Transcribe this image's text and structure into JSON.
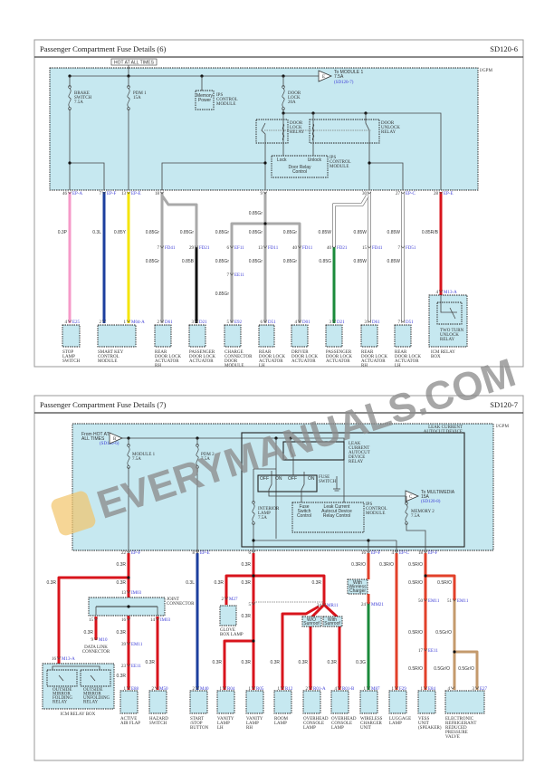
{
  "watermark": "EVERYMANUALS.COM",
  "colors": {
    "panel_fill": "#c6e8f0",
    "pink": "#f59ac8",
    "blue": "#1c3f9e",
    "yellow": "#f5e50a",
    "gray": "#a9a9a9",
    "black": "#111111",
    "green": "#1a8a3a",
    "white": "#ffffff",
    "red": "#d8141c",
    "red_orange": "#e2402a",
    "brown": "#c49a6c",
    "connector_text": "#3b3bd6"
  },
  "p1": {
    "title": "Passenger Compartment Fuse Details (6)",
    "code": "SD120-6",
    "hot": "HOT AT ALL TIMES",
    "igpm": "I/GPM",
    "fuses": [
      [
        "BRAKE",
        "SWITCH",
        "7.5A"
      ],
      [
        "PDM 1",
        "15A"
      ],
      [
        "DOOR",
        "LOCK",
        "20A"
      ]
    ],
    "to_module": {
      "letter": "E",
      "lines": [
        "To MODULE 1",
        "7.5A"
      ],
      "ref": "(SD120-7)"
    },
    "memory_power": [
      "Memory",
      "Power"
    ],
    "ips": [
      "IPS",
      "CONTROL",
      "MODULE"
    ],
    "relays": [
      [
        "DOOR",
        "LOCK",
        "RELAY"
      ],
      [
        "DOOR",
        "UNLOCK",
        "RELAY"
      ]
    ],
    "relay_ctrl": {
      "lock": "Lock",
      "unlock": "Unlock",
      "name": [
        "Door Relay",
        "Control"
      ]
    },
    "pins": [
      {
        "n": "46",
        "c": "EP-A"
      },
      {
        "n": "7",
        "c": "EP-F"
      },
      {
        "n": "13",
        "c": "EP-E"
      },
      {
        "n": "18",
        "c": ""
      },
      {
        "n": "9",
        "c": ""
      },
      {
        "n": "30",
        "c": ""
      },
      {
        "n": "27",
        "c": "EP-C"
      },
      {
        "n": "28",
        "c": "EP-E"
      },
      {
        "n": "7",
        "c": "FD41"
      },
      {
        "n": "29",
        "c": "FD21"
      },
      {
        "n": "6",
        "c": "EF11"
      },
      {
        "n": "13",
        "c": "FD11"
      },
      {
        "n": "40",
        "c": "FD11"
      },
      {
        "n": "40",
        "c": "FD21"
      },
      {
        "n": "15",
        "c": "FD41"
      },
      {
        "n": "7",
        "c": "FD51"
      },
      {
        "n": "7",
        "c": "EE11"
      },
      {
        "n": "4",
        "c": "M13-A"
      },
      {
        "n": "4",
        "c": "E25"
      },
      {
        "n": "2",
        "c": ""
      },
      {
        "n": "1",
        "c": "M04-A"
      },
      {
        "n": "2",
        "c": "D61"
      },
      {
        "n": "3",
        "c": "D21"
      },
      {
        "n": "5",
        "c": "E92"
      },
      {
        "n": "6",
        "c": "D51"
      },
      {
        "n": "4",
        "c": "D01"
      },
      {
        "n": "3",
        "c": "D21"
      },
      {
        "n": "3",
        "c": "D61"
      },
      {
        "n": "7",
        "c": "D51"
      }
    ],
    "wires": [
      "0.3P",
      "0.3L",
      "0.85Y",
      "0.85Gr",
      "0.85Gr",
      "0.85Gr",
      "0.85Gr",
      "0.85Gr",
      "0.85W",
      "0.85W",
      "0.85W",
      "0.85R/B",
      "0.85Gr",
      "0.85Gr",
      "0.85B",
      "0.85Gr",
      "0.85Gr",
      "0.85Gr",
      "0.85G",
      "0.85W",
      "0.85W",
      "0.85Gr"
    ],
    "relay_box_label": [
      "TWO TURN",
      "UNLOCK",
      "RELAY"
    ],
    "components": [
      [
        "STOP",
        "LAMP",
        "SWITCH"
      ],
      [
        "SMART KEY",
        "CONTROL",
        "MODULE"
      ],
      [
        "REAR",
        "DOOR LOCK",
        "ACTUATOR",
        "RH"
      ],
      [
        "PASSENGER",
        "DOOR LOCK",
        "ACTUATOR"
      ],
      [
        "CHARGE",
        "CONNECTOR",
        "DOOR",
        "MODULE"
      ],
      [
        "REAR",
        "DOOR LOCK",
        "ACTUATOR",
        "LH"
      ],
      [
        "DRIVER",
        "DOOR LOCK",
        "ACTUATOR"
      ],
      [
        "PASSENGER",
        "DOOR LOCK",
        "ACTUATOR"
      ],
      [
        "REAR",
        "DOOR LOCK",
        "ACTUATOR",
        "RH"
      ],
      [
        "REAR",
        "DOOR LOCK",
        "ACTUATOR",
        "LH"
      ],
      [
        "ICM RELAY",
        "BOX"
      ]
    ]
  },
  "p2": {
    "title": "Passenger Compartment Fuse Details (7)",
    "code": "SD120-7",
    "igpm": "I/GPM",
    "from_hot": {
      "letter": "B",
      "lines": [
        "From HOT AT",
        "ALL TIMES"
      ],
      "ref": "(SD120-6)"
    },
    "fuses": [
      [
        "MODULE 1",
        "7.5A"
      ],
      [
        "PDM 2",
        "7.5A"
      ],
      [
        "INTERIOR",
        "LAMP",
        "7.5A"
      ],
      [
        "MEMORY 2",
        "7.5A"
      ]
    ],
    "autocut": [
      "LEAK CURRENT",
      "AUTOCUT DEVICE"
    ],
    "autocut_relay": [
      "LEAK",
      "CURRENT",
      "AUTOCUT",
      "DEVICE",
      "RELAY"
    ],
    "fuse_switch": {
      "off1": "OFF",
      "on1": "ON",
      "off2": "OFF",
      "on2": "ON",
      "name": [
        "FUSE",
        "SWITCH"
      ]
    },
    "to_multimedia": {
      "letter": "C",
      "lines": [
        "To MULTIMEDIA",
        "15A"
      ],
      "ref": "(SD120-8)"
    },
    "ips": [
      "IPS",
      "CONTROL",
      "MODULE"
    ],
    "ips_items": [
      [
        "Fuse",
        "Switch",
        "Control"
      ],
      [
        "Leak Current",
        "Autocut Device",
        "Relay Control"
      ]
    ],
    "joint": [
      "JOINT",
      "CONNECTOR"
    ],
    "data_link": [
      "DATA LINK",
      "CONNECTOR"
    ],
    "glove": [
      "GLOVE",
      "BOX LAMP"
    ],
    "options": [
      [
        "With",
        "Wireless",
        "Charger"
      ],
      [
        "W/O",
        "Sunroof"
      ],
      [
        "With",
        "Sunroof"
      ]
    ],
    "icm_relays": [
      [
        "OUTSIDE",
        "MIRROR",
        "FOLDING",
        "RELAY"
      ],
      [
        "OUTSIDE",
        "MIRROR",
        "UNFOLDING",
        "RELAY"
      ]
    ],
    "icm_box": "ICM RELAY BOX",
    "pins": [
      {
        "n": "22",
        "c": "EP-F"
      },
      {
        "n": "8",
        "c": "EP-E"
      },
      {
        "n": "6",
        "c": ""
      },
      {
        "n": "16",
        "c": "EP-F"
      },
      {
        "n": "4",
        "c": "EP-C"
      },
      {
        "n": "18",
        "c": "EP-F"
      },
      {
        "n": "13",
        "c": "IM03"
      },
      {
        "n": "15",
        "c": ""
      },
      {
        "n": "16",
        "c": ""
      },
      {
        "n": "14",
        "c": "IM03"
      },
      {
        "n": "9",
        "c": "M10"
      },
      {
        "n": "39",
        "c": "EM11"
      },
      {
        "n": "23",
        "c": "EE11"
      },
      {
        "n": "16",
        "c": "M13-A"
      },
      {
        "n": "2",
        "c": "M27"
      },
      {
        "n": "5",
        "c": ""
      },
      {
        "n": "34",
        "c": "MR11"
      },
      {
        "n": "24",
        "c": "MM21"
      },
      {
        "n": "50",
        "c": "EM11"
      },
      {
        "n": "51",
        "c": "EM11"
      },
      {
        "n": "17",
        "c": "EE11"
      },
      {
        "n": "1",
        "c": "E88"
      },
      {
        "n": "2",
        "c": "M50"
      },
      {
        "n": "2",
        "c": "M40"
      },
      {
        "n": "1",
        "c": "R04"
      },
      {
        "n": "1",
        "c": "R05"
      },
      {
        "n": "1",
        "c": "R12"
      },
      {
        "n": "2",
        "c": "R01-A"
      },
      {
        "n": "4",
        "c": "R01-B"
      },
      {
        "n": "1",
        "c": "M87"
      },
      {
        "n": "1",
        "c": "F29"
      },
      {
        "n": "1",
        "c": "E84"
      },
      {
        "n": "4",
        "c": ""
      },
      {
        "n": "3",
        "c": "E27"
      }
    ],
    "wires": [
      "0.3R",
      "0.3R",
      "0.3R/O",
      "0.3R/O",
      "0.5R/O",
      "0.3R",
      "0.3R",
      "0.3L",
      "0.3R",
      "0.3R",
      "0.3R",
      "0.5R/O",
      "0.5R/O",
      "0.3R",
      "0.3R",
      "0.3R",
      "0.5R/O",
      "0.5Gr/O",
      "0.3R",
      "0.3R",
      "0.3R",
      "0.3R",
      "0.3R",
      "0.3R",
      "0.3G",
      "0.3R",
      "0.5R/O",
      "0.5Gr/O",
      "0.5Gr/O"
    ],
    "components": [
      [
        "ACTIVE",
        "AIR FLAP"
      ],
      [
        "HAZARD",
        "SWITCH"
      ],
      [
        "START",
        "/STOP",
        "BUTTON"
      ],
      [
        "VANITY",
        "LAMP",
        "LH"
      ],
      [
        "VANITY",
        "LAMP",
        "RH"
      ],
      [
        "ROOM",
        "LAMP"
      ],
      [
        "OVERHEAD",
        "CONSOLE",
        "LAMP"
      ],
      [
        "OVERHEAD",
        "CONSOLE",
        "LAMP"
      ],
      [
        "WIRELESS",
        "CHARGER",
        "UNIT"
      ],
      [
        "LUGGAGE",
        "LAMP"
      ],
      [
        "VESS",
        "UNIT",
        "(SPEAKER)"
      ],
      [
        "ELECTRONIC",
        "REFRIGERANT",
        "REDUCED",
        "PRESSURE",
        "VALVE"
      ]
    ]
  }
}
